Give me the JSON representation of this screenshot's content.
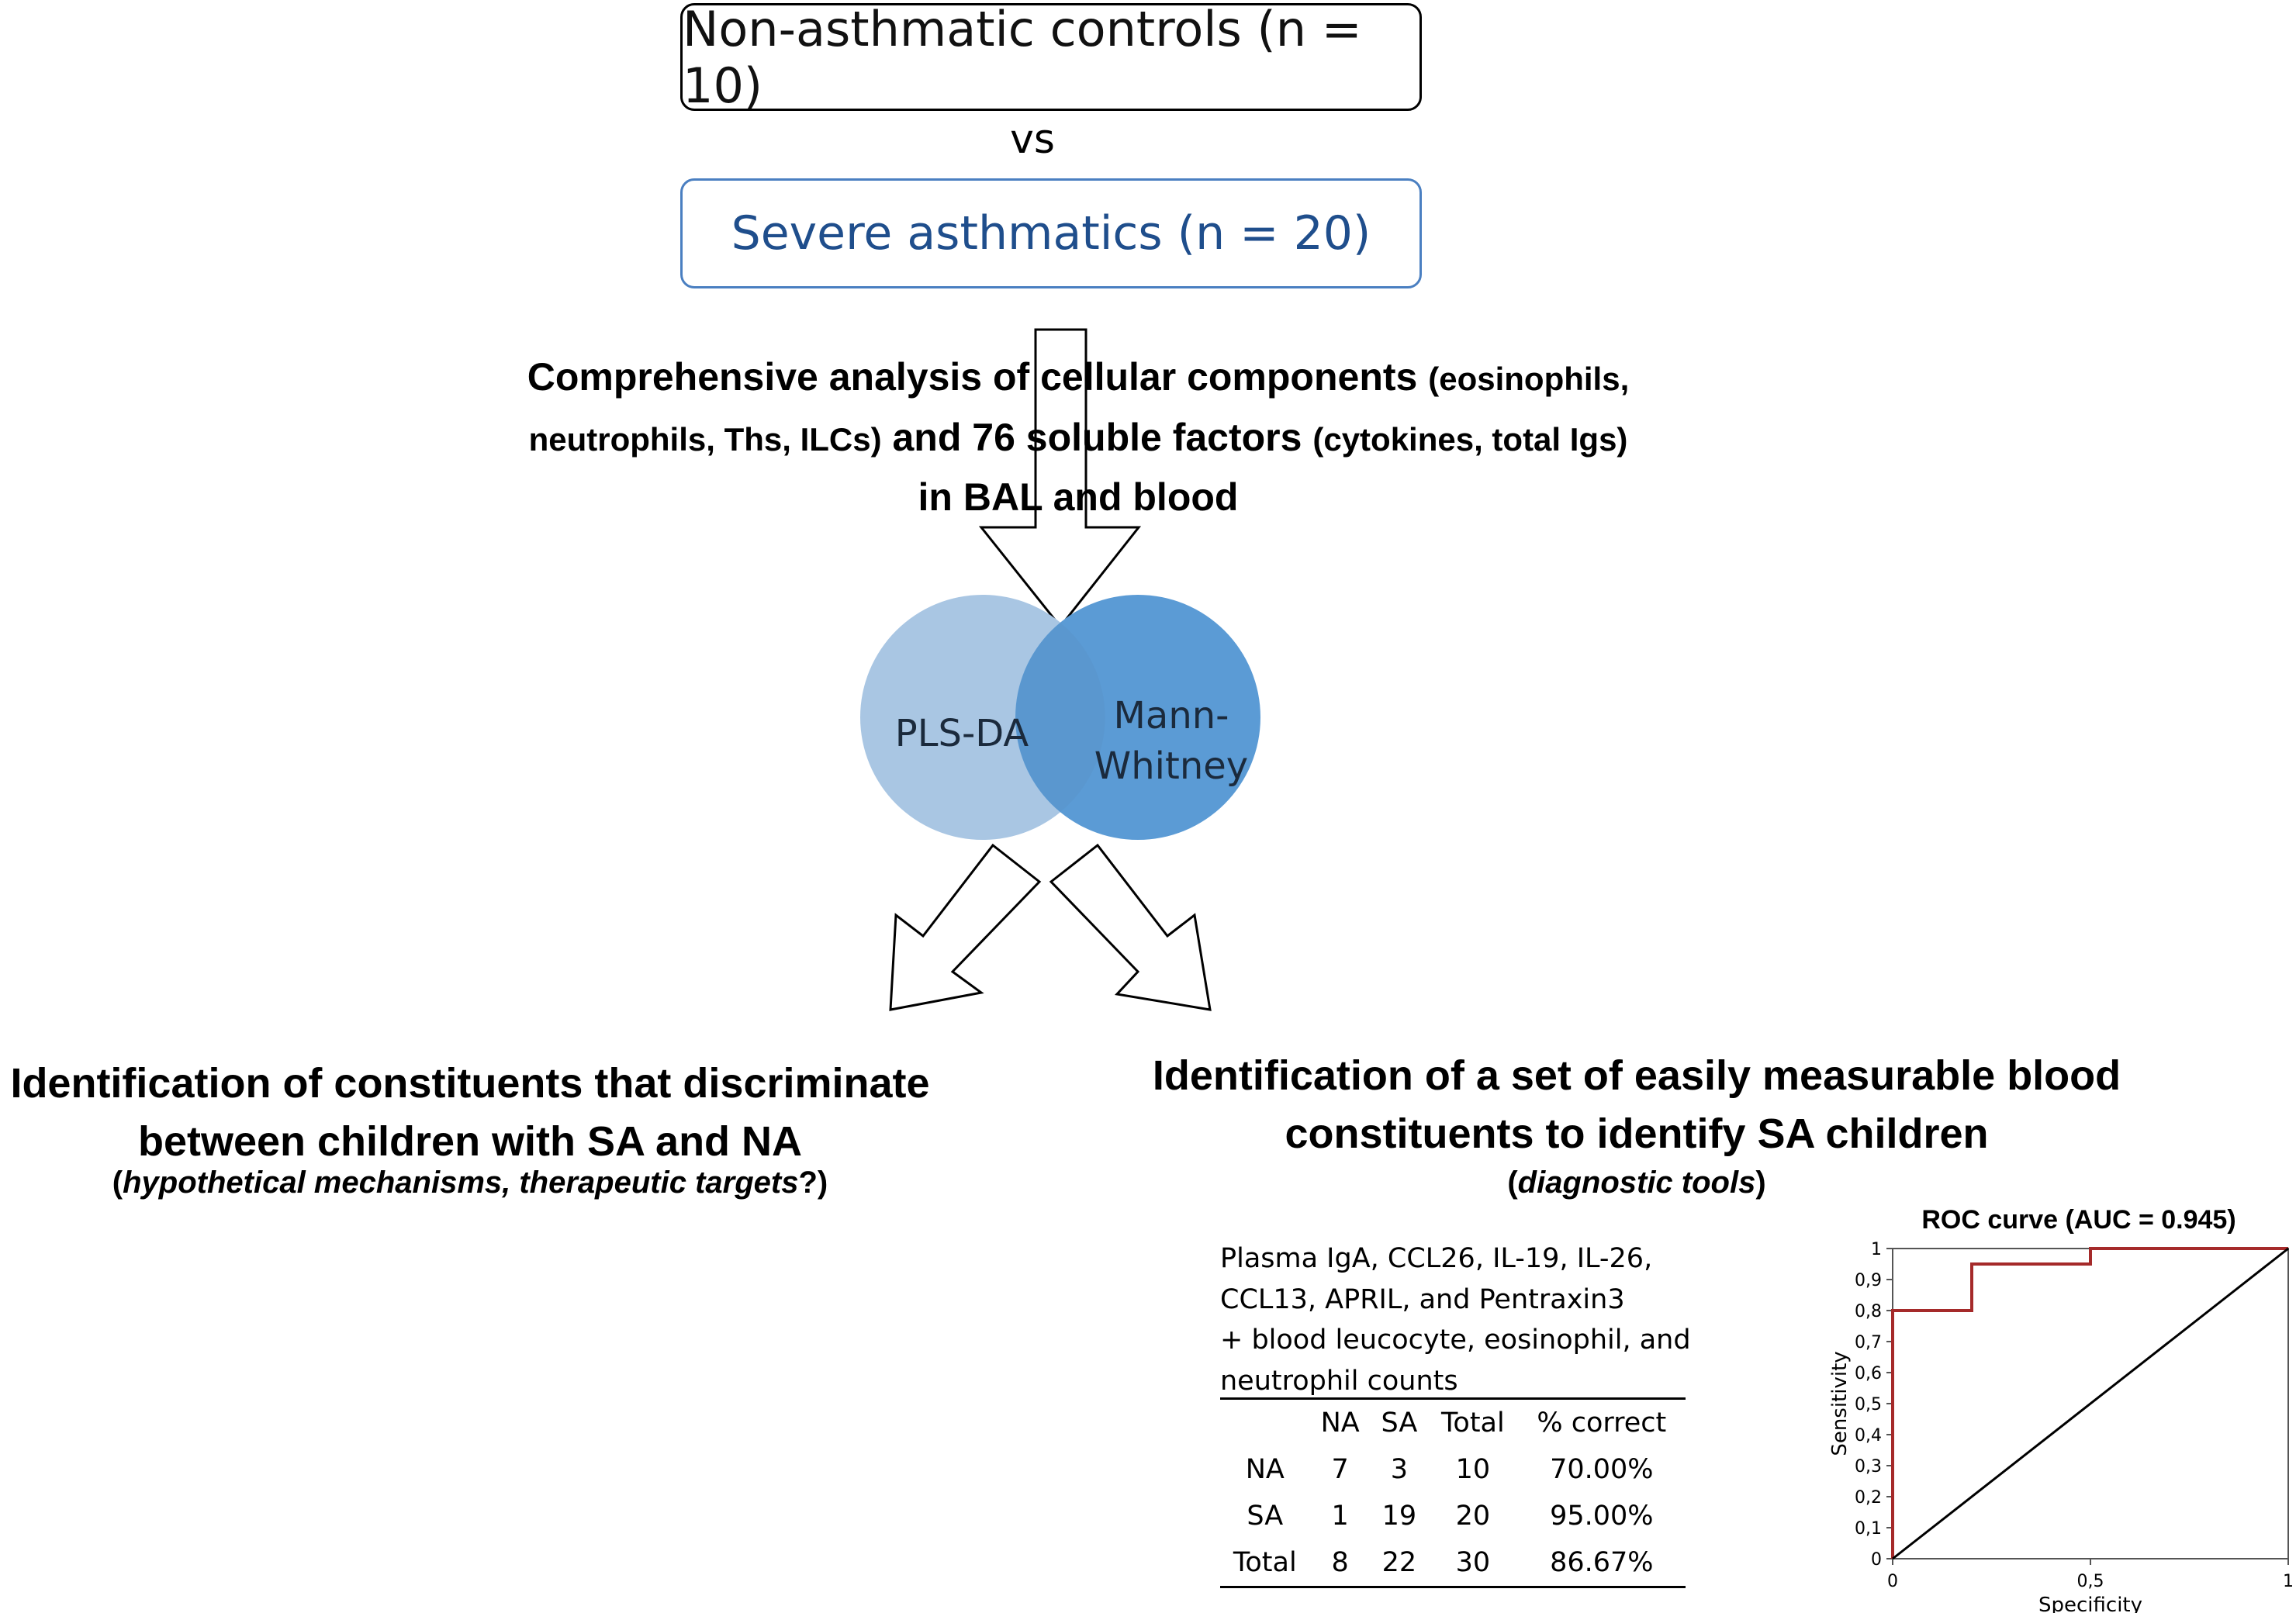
{
  "top_boxes": {
    "controls": "Non-asthmatic controls (n = 10)",
    "vs": "vs",
    "severe": "Severe asthmatics (n = 20)"
  },
  "analysis": {
    "line1_bold_a": "Comprehensive analysis of cellular components",
    "line1_small": "(eosinophils,",
    "line2_small_a": "neutrophils, Ths, ILCs)",
    "line2_bold": "and 76 soluble factors",
    "line2_small_b": "(cytokines, total Igs)",
    "line3_bold": "in BAL and blood"
  },
  "venn": {
    "left_label": "PLS-DA",
    "right_label_1": "Mann-",
    "right_label_2": "Whitney"
  },
  "left_outcome": {
    "heading_1": "Identification of constituents that discriminate",
    "heading_2": "between children with SA and NA",
    "sub_open": "(",
    "sub_italic": "hypothetical mechanisms, therapeutic targets",
    "sub_close": "?)"
  },
  "right_outcome": {
    "heading_1": "Identification of a set of easily measurable blood",
    "heading_2": "constituents to identify SA children",
    "sub_open": "(",
    "sub_italic": "diagnostic tools",
    "sub_close": ")"
  },
  "markers": {
    "line1": "Plasma IgA, CCL26, IL-19, IL-26,",
    "line2": "CCL13, APRIL, and Pentraxin3",
    "line3": "+ blood leucocyte, eosinophil, and",
    "line4": "neutrophil counts"
  },
  "classification_table": {
    "headers": [
      "",
      "NA",
      "SA",
      "Total",
      "% correct"
    ],
    "rows": [
      [
        "NA",
        "7",
        "3",
        "10",
        "70.00%"
      ],
      [
        "SA",
        "1",
        "19",
        "20",
        "95.00%"
      ],
      [
        "Total",
        "8",
        "22",
        "30",
        "86.67%"
      ]
    ]
  },
  "chart_data": {
    "type": "line",
    "title": "ROC curve (AUC = 0.945)",
    "xlabel": "Specificity",
    "ylabel": "Sensitivity",
    "xlim": [
      0,
      1
    ],
    "ylim": [
      0,
      1
    ],
    "x_ticks": [
      "0",
      "0,5",
      "1"
    ],
    "y_ticks": [
      "0",
      "0,1",
      "0,2",
      "0,3",
      "0,4",
      "0,5",
      "0,6",
      "0,7",
      "0,8",
      "0,9",
      "1"
    ],
    "series": [
      {
        "color": "#a52a2a",
        "x": [
          0,
          0,
          0.2,
          0.2,
          0.5,
          0.5,
          1
        ],
        "y": [
          0,
          0.8,
          0.8,
          0.95,
          0.95,
          1,
          1
        ]
      },
      {
        "color": "#000000",
        "x": [
          0,
          1
        ],
        "y": [
          0,
          1
        ]
      }
    ]
  },
  "colors": {
    "circle_left": "#a9c6e3",
    "circle_right": "#5b9bd5",
    "circle_overlap": "#5a97cf",
    "severe_box_border": "#4a7fc1",
    "severe_text": "#1f4e8c",
    "roc_line": "#a52a2a"
  }
}
